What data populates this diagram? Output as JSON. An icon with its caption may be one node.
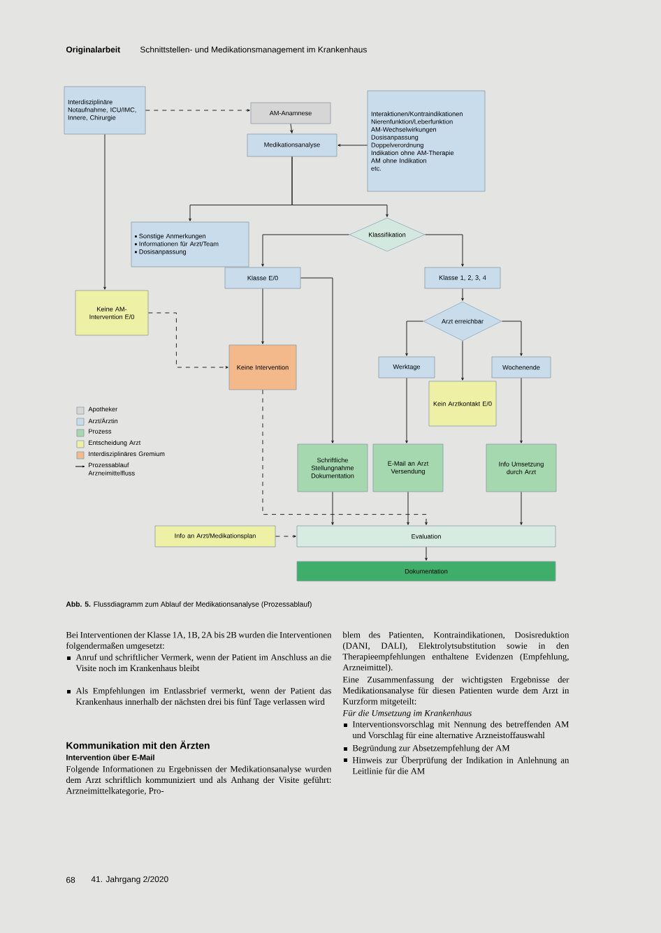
{
  "diagram": {
    "title": "Schnittstellen- und Medikationsmanagement im Krankenhaus",
    "caption": "**Abb. 5.** Flussdiagramm zum Ablauf der Medikationsanalyse (Prozessablauf)",
    "nodes": [
      {
        "text": [
          "Interdisziplinäre Notaufnahme, ICU/IMC, Innere, Chirurgie"
        ]
      },
      {
        "text": [
          "AM-Anamnese"
        ]
      },
      {
        "text": [
          "Medikationsanalyse"
        ]
      },
      {
        "text": [
          "Interaktionen/Kontraindikationen",
          "Nierenfunktion/Leberfunktion",
          "AM-Wechselwirkungen",
          "Dosisanpassung",
          "Doppelverordnung",
          "Indikation ohne AM-Therapie",
          "AM ohne Indikation",
          "etc."
        ]
      },
      {
        "text": [
          "Sonstige Anmerkungen",
          "Informationen für Arzt/Team",
          "Dosisanpassung"
        ]
      },
      {
        "text": [
          "Klassifikation"
        ]
      },
      {
        "text": [
          "Klasse E/0"
        ]
      },
      {
        "text": [
          "Klasse 1, 2, 3, 4"
        ]
      },
      {
        "text": [
          "Keine AM-Intervention E/0"
        ]
      },
      {
        "text": [
          "Keine Intervention"
        ]
      },
      {
        "text": [
          "Arzt erreichbar"
        ]
      },
      {
        "text": [
          "Werktage"
        ]
      },
      {
        "text": [
          "Wochenende"
        ]
      },
      {
        "text": [
          "Kein Arztkontakt E/0"
        ]
      },
      {
        "text": [
          "Schriftliche Stellungnahme Dokumentation"
        ]
      },
      {
        "text": [
          "E-Mail an Arzt Versendung"
        ]
      },
      {
        "text": [
          "Info Umsetzung durch Arzt"
        ]
      },
      {
        "text": [
          "Info an Arzt/Medikationsplan"
        ]
      },
      {
        "text": [
          "Evaluation"
        ]
      },
      {
        "text": [
          "Dokumentation"
        ]
      }
    ],
    "edges": [
      {
        "from": 0,
        "to": 1,
        "arrow": "to",
        "style": "dashed"
      },
      {
        "from": 0,
        "to": 8,
        "arrow": "to"
      },
      {
        "from": 1,
        "to": 2,
        "arrow": "to"
      },
      {
        "from": 3,
        "to": 2,
        "arrow": "to"
      },
      {
        "from": 2,
        "to": 4,
        "arrow": "to"
      },
      {
        "from": 2,
        "to": 5,
        "arrow": "to"
      },
      {
        "from": 5,
        "to": 6,
        "arrow": "to"
      },
      {
        "from": 5,
        "to": 7,
        "arrow": "to"
      },
      {
        "from": 6,
        "to": 9,
        "arrow": "to"
      },
      {
        "from": 8,
        "to": 9,
        "arrow": "to",
        "style": "dashed"
      },
      {
        "from": 6,
        "to": 14,
        "arrow": "to"
      },
      {
        "from": 7,
        "to": 10,
        "arrow": "to"
      },
      {
        "from": 10,
        "to": 11,
        "arrow": "to"
      },
      {
        "from": 10,
        "to": 12,
        "arrow": "to"
      },
      {
        "from": 10,
        "to": 13,
        "arrow": "to"
      },
      {
        "from": 11,
        "to": 15,
        "arrow": "to"
      },
      {
        "from": 12,
        "to": 16,
        "arrow": "to"
      },
      {
        "from": 9,
        "to": 18,
        "arrow": "to",
        "style": "dashed"
      },
      {
        "from": 14,
        "to": 18,
        "arrow": "to"
      },
      {
        "from": 15,
        "to": 18,
        "arrow": "to"
      },
      {
        "from": 16,
        "to": 18,
        "arrow": "to"
      },
      {
        "from": 17,
        "to": 18,
        "arrow": "to",
        "style": "dashed"
      },
      {
        "from": 18,
        "to": 19,
        "arrow": "to"
      }
    ],
    "labels": [
      "Originalarbeit",
      "Bei Interventionen der Klasse 1A, 1B, 2A bis 2B wurden die Interventionen folgendermaßen umgesetzt:",
      "Anruf und schriftlicher Vermerk, wenn der Patient im Anschluss an die Visite noch im Krankenhaus bleibt",
      "Als Empfehlungen im Entlassbrief vermerkt, wenn der Patient das Krankenhaus innerhalb der nächsten drei bis fünf Tage verlassen wird",
      "Kommunikation mit den Ärzten",
      "Intervention über E-Mail",
      "Folgende Informationen zu Ergebnissen der Medikationsanalyse wurden dem Arzt schriftlich kommuniziert und als Anhang der Visite geführt: Arzneimittelkategorie, Pro-",
      "blem des Patienten, Kontraindikationen, Dosisreduktion (DANI, DALI), Elektrolytsubstitution sowie in den Therapieempfehlungen enthaltene Evidenzen (Empfehlung, Arzneimittel).",
      "Eine Zusammenfassung der wichtigsten Ergebnisse der Medikationsanalyse für diesen Patienten wurde dem Arzt in Kurzform mitgeteilt:",
      "Für die Umsetzung im Krankenhaus",
      "Interventionsvorschlag mit Nennung des betreffenden AM und Vorschlag für eine alternative Arzneistoffauswahl",
      "Begründung zur Absetzempfehlung der AM",
      "Hinweis zur Überprüfung der Indikation in Anlehnung an Leitlinie für die AM",
      "68",
      "41. Jahrgang 2/2020"
    ],
    "legend": [
      {
        "text": "Apotheker",
        "color": "#d6d6d6"
      },
      {
        "text": "Arzt/Ärztin",
        "color": "#c8dcec"
      },
      {
        "text": "Prozess",
        "color": "#a6d8b0"
      },
      {
        "text": "Entscheidung Arzt",
        "color": "#eef0a6"
      },
      {
        "text": "Interdisziplinäres Gremium",
        "color": "#f3b98b"
      },
      {
        "text": "Prozessablauf Arzneimittelfluss"
      }
    ]
  }
}
